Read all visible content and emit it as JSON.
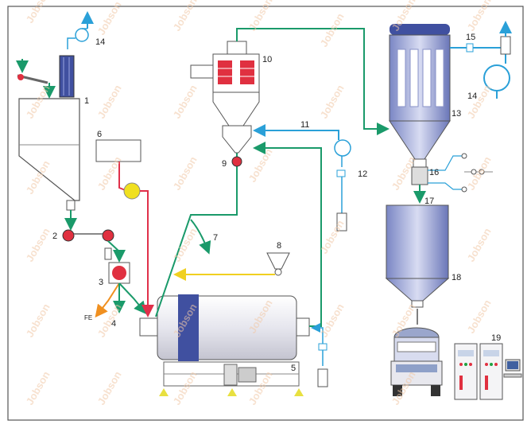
{
  "labels": [
    "1",
    "2",
    "3",
    "4",
    "5",
    "6",
    "7",
    "8",
    "9",
    "10",
    "11",
    "12",
    "13",
    "14",
    "14",
    "15",
    "16",
    "17",
    "18",
    "19"
  ],
  "fe_label": "FE",
  "watermark": "Jobson",
  "colors": {
    "flow_green": "#1a9a6a",
    "flow_blue": "#2aa0d8",
    "flow_red": "#e0304a",
    "flow_yellow": "#f0d020",
    "flow_orange": "#f09020",
    "tank_blue": "#4050a0",
    "heater_red": "#e03040",
    "outline": "#555555"
  }
}
